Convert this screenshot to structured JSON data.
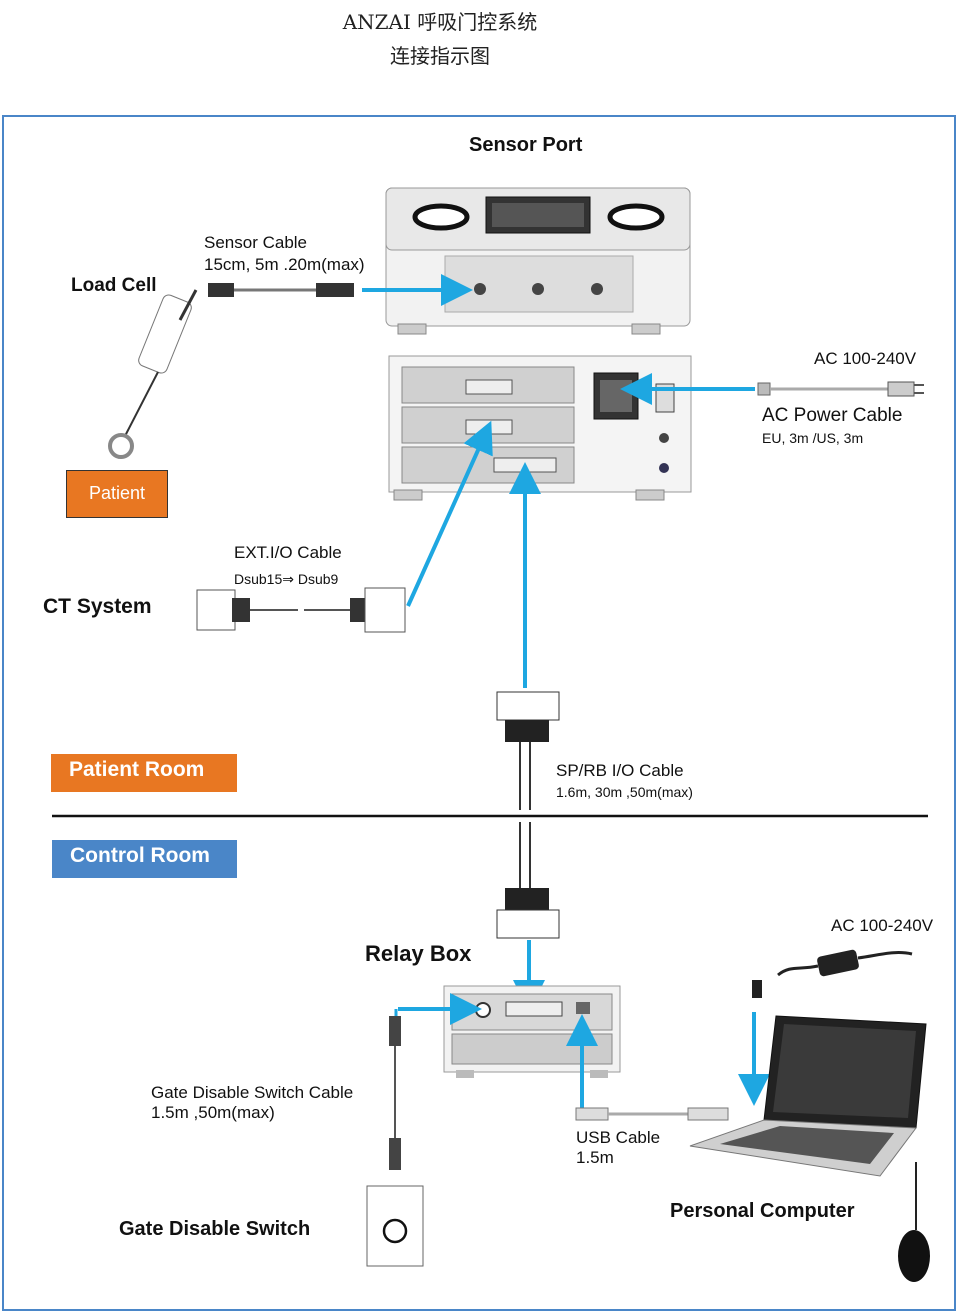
{
  "header": {
    "title_line1": "ANZAI 呼吸门控系统",
    "title_line2": "连接指示图"
  },
  "labels": {
    "sensor_port": "Sensor Port",
    "sensor_cable": "Sensor Cable",
    "sensor_cable_spec": "15cm, 5m .20m(max)",
    "load_cell": "Load Cell",
    "patient": "Patient",
    "ac_voltage_top": "AC 100-240V",
    "ac_power_cable": "AC Power Cable",
    "ac_power_cable_spec": "EU, 3m /US, 3m",
    "ext_io_cable": "EXT.I/O Cable",
    "ext_io_spec": "Dsub15⇒ Dsub9",
    "ct_system": "CT System",
    "sprb_cable": "SP/RB I/O Cable",
    "sprb_spec": "1.6m, 30m ,50m(max)",
    "patient_room": "Patient Room",
    "control_room": "Control Room",
    "relay_box": "Relay Box",
    "ac_voltage_bottom": "AC 100-240V",
    "gate_cable": "Gate Disable Switch Cable",
    "gate_cable_spec": "1.5m ,50m(max)",
    "usb_cable": "USB Cable",
    "usb_spec": "1.5m",
    "gate_switch": "Gate Disable Switch",
    "personal_computer": "Personal Computer"
  },
  "colors": {
    "frame": "#4a86c8",
    "arrow": "#1ea7e1",
    "patient_room": "#e87722",
    "control_room": "#4a86c8"
  },
  "icons": [
    "load-cell-icon",
    "sensor-unit-icon",
    "relay-box-icon",
    "laptop-icon",
    "mouse-icon",
    "switch-box-icon",
    "power-adapter-icon"
  ]
}
